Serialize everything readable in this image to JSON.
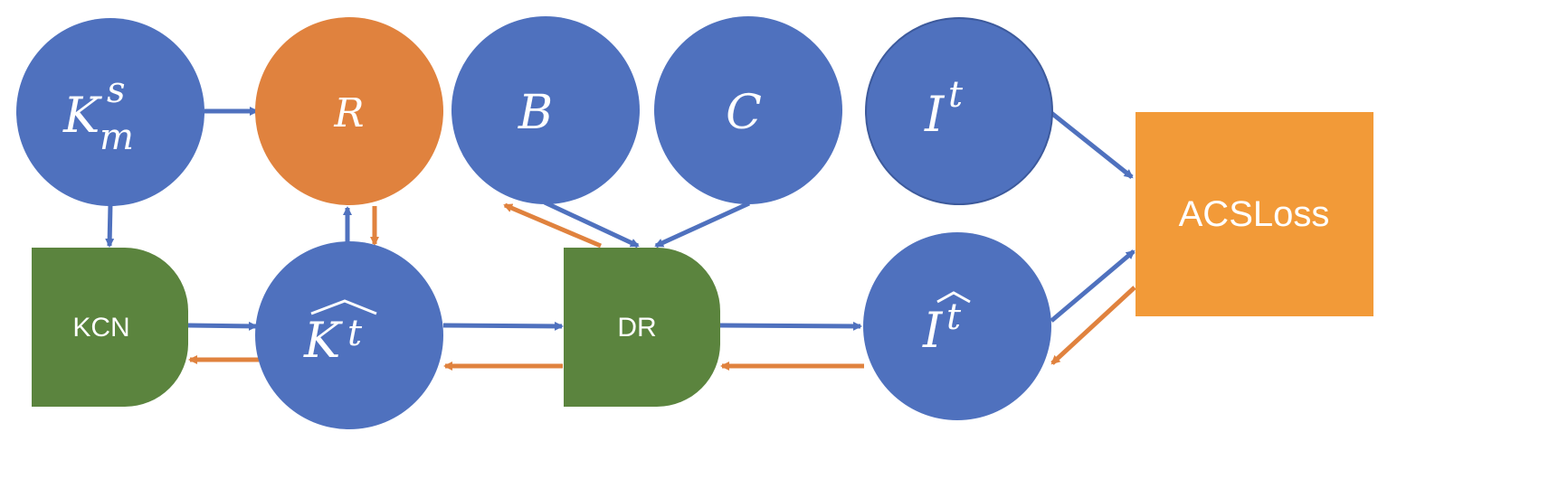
{
  "colors": {
    "node_blue": "#4F71BE",
    "node_orange": "#E0823E",
    "box_green": "#5B843E",
    "box_orange": "#F29A38",
    "arrow_blue": "#4F71BE",
    "arrow_orange": "#E0823E",
    "text": "#FFFFFF"
  },
  "nodes": {
    "ksm": {
      "base": "K",
      "sup": "s",
      "sub": "m"
    },
    "r": {
      "base": "R"
    },
    "b": {
      "base": "B"
    },
    "c": {
      "base": "C"
    },
    "it": {
      "base": "I",
      "sup": "t"
    },
    "kt": {
      "base": "K",
      "sup": "t"
    },
    "ithat": {
      "base": "I",
      "sup": "t"
    }
  },
  "boxes": {
    "kcn": "KCN",
    "dr": "DR",
    "acsloss": "ACSLoss"
  },
  "edges": [
    {
      "from": "ksm",
      "to": "r",
      "color": "blue"
    },
    {
      "from": "ksm",
      "to": "kcn",
      "color": "blue"
    },
    {
      "from": "kcn",
      "to": "kt",
      "color": "blue"
    },
    {
      "from": "kt",
      "to": "kcn",
      "color": "orange"
    },
    {
      "from": "kt",
      "to": "r",
      "color": "blue"
    },
    {
      "from": "r",
      "to": "kt",
      "color": "orange"
    },
    {
      "from": "kt",
      "to": "dr",
      "color": "blue"
    },
    {
      "from": "dr",
      "to": "kt",
      "color": "orange"
    },
    {
      "from": "b",
      "to": "dr",
      "color": "blue"
    },
    {
      "from": "dr",
      "to": "b",
      "color": "orange"
    },
    {
      "from": "c",
      "to": "dr",
      "color": "blue"
    },
    {
      "from": "dr",
      "to": "ithat",
      "color": "blue"
    },
    {
      "from": "ithat",
      "to": "dr",
      "color": "orange"
    },
    {
      "from": "it",
      "to": "acsloss",
      "color": "blue"
    },
    {
      "from": "ithat",
      "to": "acsloss",
      "color": "blue"
    },
    {
      "from": "acsloss",
      "to": "ithat",
      "color": "orange"
    }
  ]
}
